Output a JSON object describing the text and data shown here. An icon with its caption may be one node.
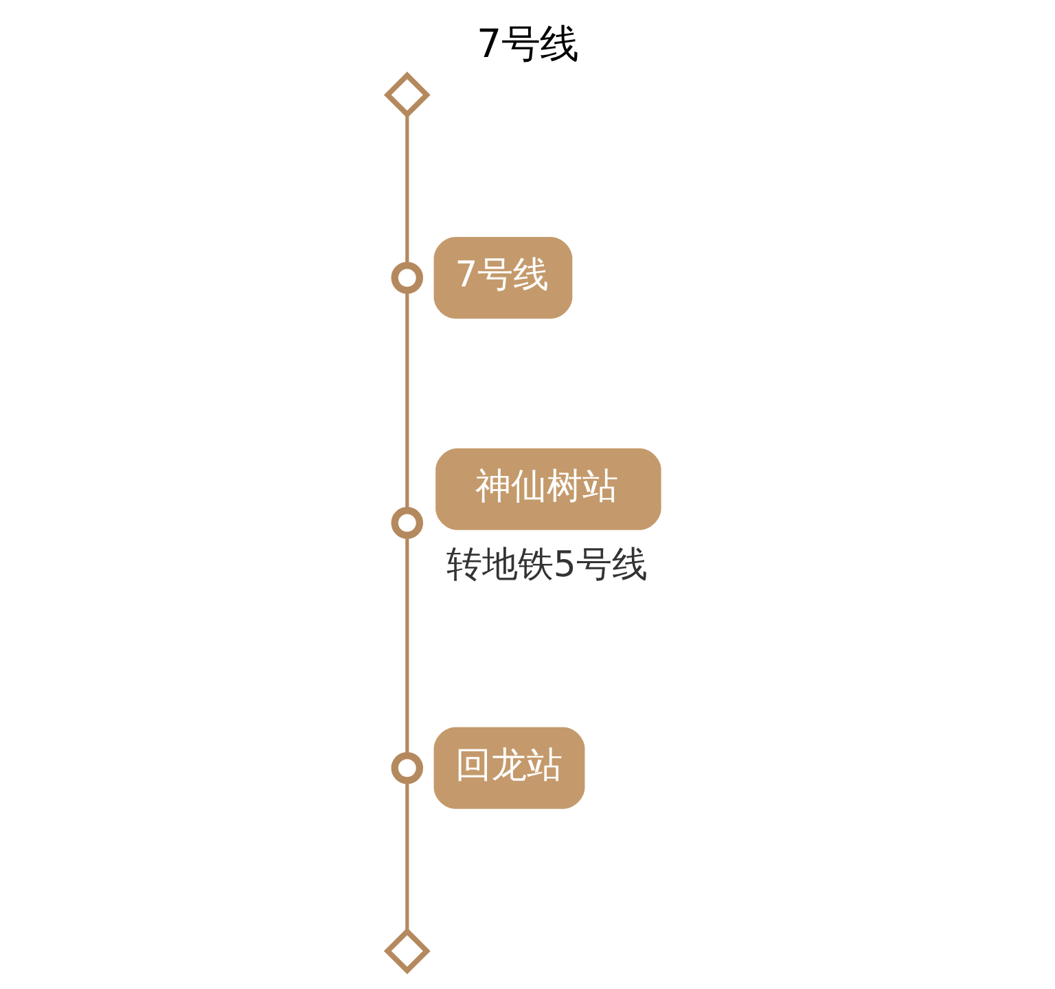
{
  "diagram": {
    "title": "7号线",
    "nodes": [
      {
        "text": [],
        "shape": "diamond"
      },
      {
        "text": [
          "7号线"
        ]
      },
      {
        "text": [],
        "shape": "circle"
      },
      {
        "text": [],
        "shape": "circle"
      },
      {
        "text": [
          "神仙树站"
        ],
        "beside": [
          "转地铁5号线"
        ]
      },
      {
        "text": [],
        "shape": "circle"
      },
      {
        "text": [
          "回龙站"
        ]
      },
      {
        "text": [],
        "shape": "diamond"
      }
    ],
    "edges": [
      {
        "from": 0,
        "to": 2,
        "arrow": "none"
      },
      {
        "from": 2,
        "to": 3,
        "arrow": "none"
      },
      {
        "from": 3,
        "to": 5,
        "arrow": "none"
      },
      {
        "from": 5,
        "to": 7,
        "arrow": "none"
      }
    ]
  }
}
